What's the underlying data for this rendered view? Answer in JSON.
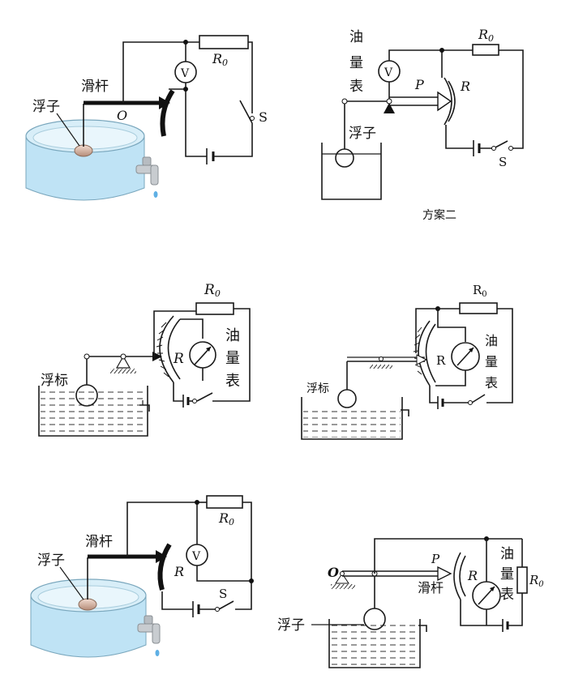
{
  "colors": {
    "water": "#bfe3f5",
    "tank_rim": "#d8eef8",
    "float": "#d9b8a6",
    "ink": "#1a1a1a",
    "faucet": "#c8ccd0"
  },
  "icons": [
    "voltmeter-icon",
    "ammeter-gauge-icon",
    "battery-icon",
    "switch-icon",
    "resistor-icon",
    "faucet-icon",
    "pivot-icon"
  ],
  "d1": {
    "float": "浮子",
    "rod": "滑杆",
    "pivot": "O",
    "v": "V",
    "r0": "R",
    "r0sub": "0",
    "s": "S"
  },
  "d2": {
    "meter": [
      "油",
      "量",
      "表"
    ],
    "v": "V",
    "r0": "R",
    "r0sub": "0",
    "p": "P",
    "r": "R",
    "float": "浮子",
    "s": "S",
    "caption": "方案二"
  },
  "d3": {
    "r0": "R",
    "r0sub": "0",
    "r": "R",
    "meter": [
      "油",
      "量",
      "表"
    ],
    "float": "浮标"
  },
  "d4": {
    "r0": "R",
    "r0sub": "0",
    "r": "R",
    "meter": [
      "油",
      "量",
      "表"
    ],
    "float": "浮标"
  },
  "d5": {
    "float": "浮子",
    "rod": "滑杆",
    "r": "R",
    "v": "V",
    "r0": "R",
    "r0sub": "0",
    "s": "S"
  },
  "d6": {
    "pivot": "O",
    "p": "P",
    "rod": "滑杆",
    "r": "R",
    "meter": [
      "油",
      "量",
      "表"
    ],
    "r0": "R",
    "r0sub": "0",
    "float": "浮子"
  }
}
